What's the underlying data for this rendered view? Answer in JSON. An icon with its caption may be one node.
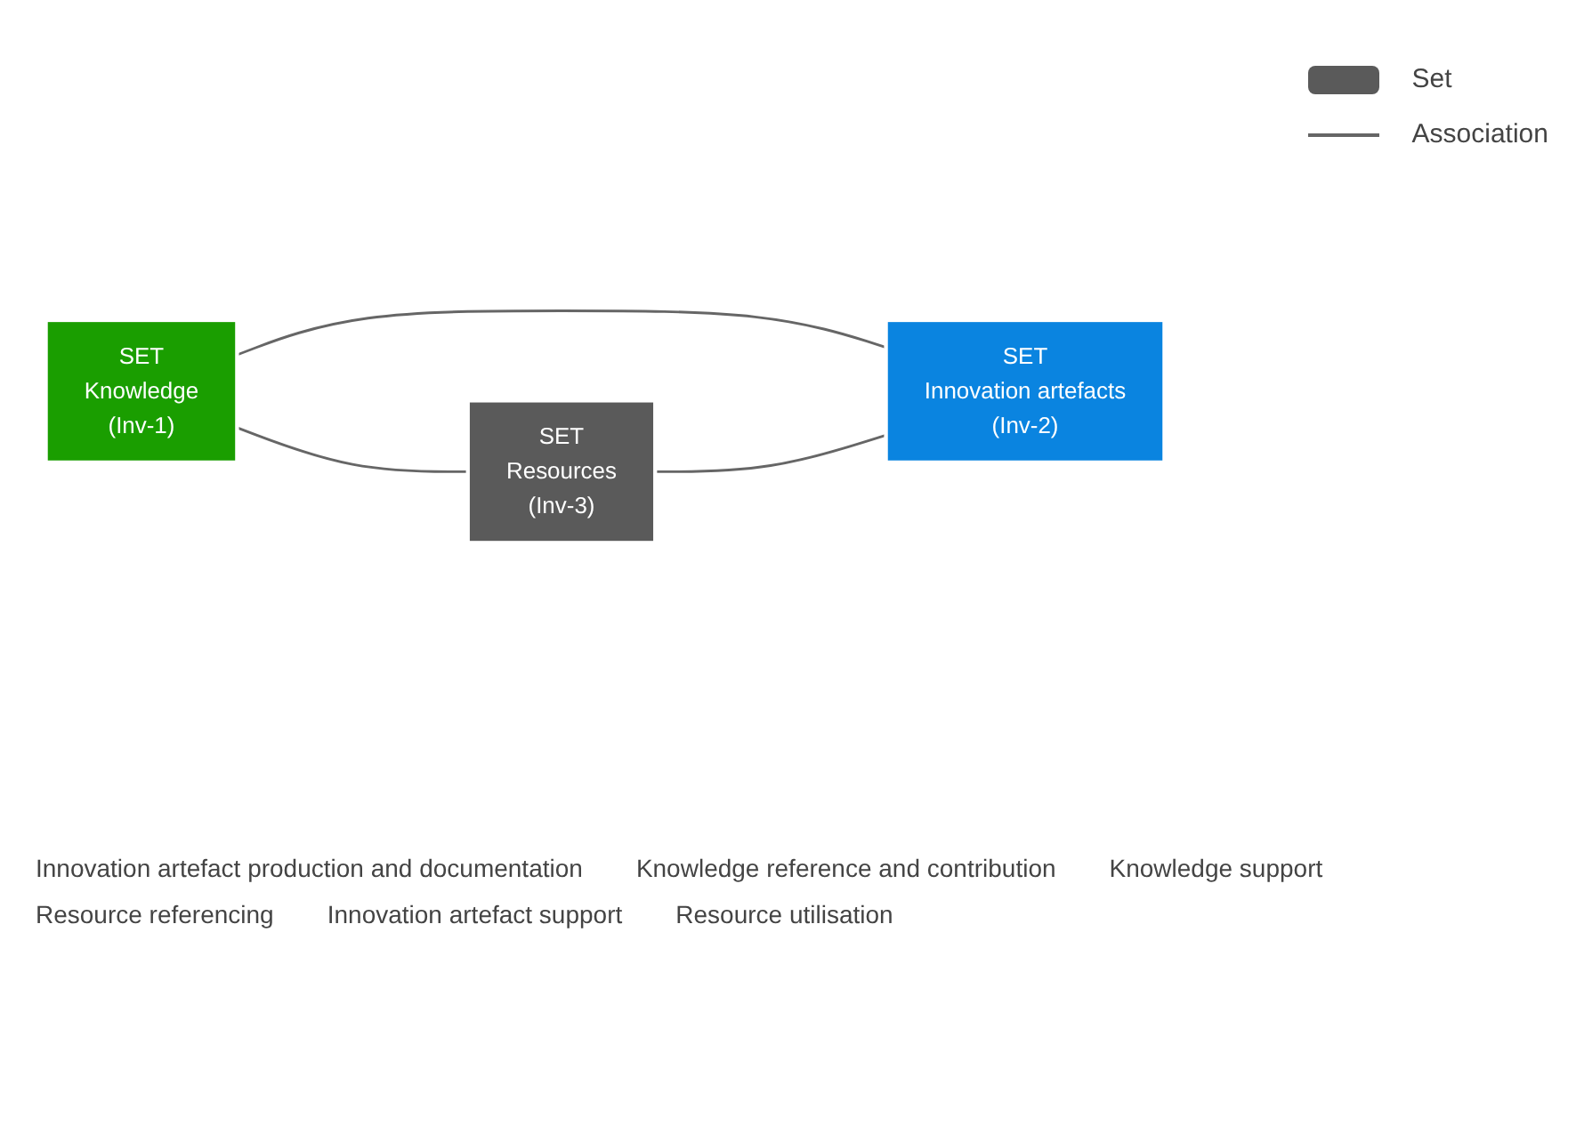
{
  "diagram": {
    "nodes": [
      {
        "text": [
          "SET",
          "Knowledge",
          "(Inv-1)"
        ]
      },
      {
        "text": [
          "SET",
          "Innovation artefacts",
          "(Inv-2)"
        ]
      },
      {
        "text": [
          "SET",
          "Resources",
          "(Inv-3)"
        ]
      }
    ],
    "edges": [
      {
        "from": 0,
        "to": 1,
        "arrow": "none"
      },
      {
        "from": 0,
        "to": 2,
        "arrow": "none"
      },
      {
        "from": 2,
        "to": 1,
        "arrow": "none"
      }
    ],
    "labels": [
      "Innovation artefact production and documentation",
      "Knowledge reference and contribution",
      "Knowledge support",
      "Resource referencing",
      "Innovation artefact support",
      "Resource utilisation"
    ],
    "legend": [
      {
        "text": "Set",
        "color": "#5a5a5a"
      },
      {
        "text": "Association"
      }
    ]
  }
}
